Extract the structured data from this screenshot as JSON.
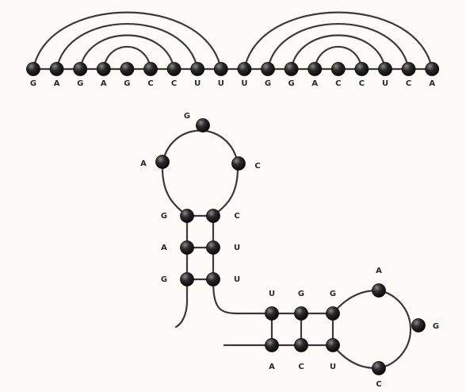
{
  "linear_sequence": [
    "G",
    "A",
    "G",
    "A",
    "G",
    "C",
    "C",
    "U",
    "U",
    "U",
    "G",
    "G",
    "A",
    "C",
    "C",
    "U",
    "C",
    "A"
  ],
  "arc_pairs": [
    [
      0,
      8
    ],
    [
      1,
      7
    ],
    [
      2,
      6
    ],
    [
      3,
      5
    ],
    [
      9,
      17
    ],
    [
      10,
      16
    ],
    [
      11,
      15
    ],
    [
      12,
      14
    ]
  ],
  "hairpin_loop_1": [
    "A",
    "G",
    "C"
  ],
  "stem_1_left": [
    "G",
    "A",
    "G"
  ],
  "stem_1_right": [
    "C",
    "U",
    "U"
  ],
  "stem_2_top": [
    "U",
    "G",
    "G"
  ],
  "stem_2_bottom": [
    "A",
    "C",
    "U"
  ],
  "hairpin_loop_2": [
    "A",
    "G",
    "C"
  ],
  "colors": {
    "bead": "#1e1e1e",
    "line": "#3a3a3a",
    "text": "#2a2a2a",
    "background": "#fdfbf8"
  }
}
